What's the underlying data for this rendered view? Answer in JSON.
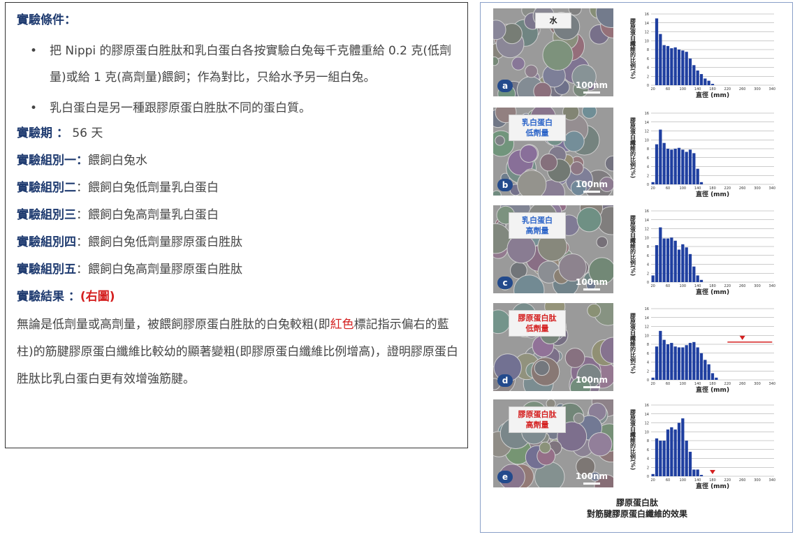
{
  "left": {
    "title": "實驗條件：",
    "bullets": [
      "把 Nippi 的膠原蛋白胜肽和乳白蛋白各按實驗白兔每千克體重給 0.2 克(低劑量)或給 1 克(高劑量)餵飼；作為對比，只給水予另一組白兔。",
      "乳白蛋白是另一種跟膠原蛋白胜肽不同的蛋白質。"
    ],
    "bullet_char": "•",
    "period_label": "實驗期 ：",
    "period_value": "56 天",
    "groups": [
      {
        "label": "實驗組別一：",
        "value": "餵飼白兔水"
      },
      {
        "label": "實驗組別二",
        "value": "：餵飼白兔低劑量乳白蛋白"
      },
      {
        "label": "實驗組別三",
        "value": "：餵飼白兔高劑量乳白蛋白"
      },
      {
        "label": "實驗組別四",
        "value": "：餵飼白兔低劑量膠原蛋白胜肽"
      },
      {
        "label": "實驗組別五",
        "value": "：餵飼白兔高劑量膠原蛋白胜肽"
      }
    ],
    "result_label": "實驗結果 ：",
    "result_ref": "(右圖)",
    "result_text_1": "無論是低劑量或高劑量，被餵飼膠原蛋白胜肽的白兔較粗(即",
    "result_text_red": "紅色",
    "result_text_2": "標記指示偏右的藍柱)的筋腱膠原蛋白纖維比較幼的顯著變粗(即膠原蛋白纖維比例增高)，證明膠原蛋白胜肽比乳白蛋白更有效增強筋腱。"
  },
  "figure": {
    "scale_label": "100nm",
    "ylabel": "膠原蛋白纖維的比例(%)",
    "xlabel": "直徑 (mm)",
    "caption_line1": "膠原蛋白肽",
    "caption_line2": "對筋腱膠原蛋白纖維的效果",
    "panels": [
      {
        "letter": "a",
        "tag_lines": [
          "水"
        ],
        "tag_color": "water"
      },
      {
        "letter": "b",
        "tag_lines": [
          "乳白蛋白",
          "低劑量"
        ],
        "tag_color": "blue"
      },
      {
        "letter": "c",
        "tag_lines": [
          "乳白蛋白",
          "高劑量"
        ],
        "tag_color": "blue"
      },
      {
        "letter": "d",
        "tag_lines": [
          "膠原蛋白肽",
          "低劑量"
        ],
        "tag_color": "red"
      },
      {
        "letter": "e",
        "tag_lines": [
          "膠原蛋白肽",
          "高劑量"
        ],
        "tag_color": "red"
      }
    ]
  },
  "colors": {
    "bar": "#1f3fa0",
    "marker": "#d42020",
    "head": "#1f3b70"
  },
  "chart_data": [
    {
      "type": "bar",
      "x": [
        20,
        30,
        40,
        50,
        60,
        70,
        80,
        90,
        100,
        110,
        120,
        130,
        140,
        150,
        160,
        170,
        180,
        190,
        200,
        210,
        220,
        230,
        240,
        250,
        260,
        270,
        280,
        290,
        300,
        310,
        320,
        330,
        340
      ],
      "values": [
        0,
        15,
        11.5,
        9,
        8.8,
        8.3,
        8.5,
        8,
        7.8,
        7.5,
        6,
        4.5,
        3.3,
        2.5,
        1.5,
        1,
        0.3,
        0,
        0,
        0,
        0,
        0,
        0,
        0,
        0,
        0,
        0,
        0,
        0,
        0,
        0,
        0,
        0
      ],
      "ylim": [
        0,
        16
      ],
      "xticks": [
        20,
        60,
        100,
        140,
        180,
        220,
        260,
        300,
        340
      ],
      "xlabel": "直徑 (mm)",
      "ylabel": "膠原蛋白纖維的比例(%)"
    },
    {
      "type": "bar",
      "x": [
        20,
        30,
        40,
        50,
        60,
        70,
        80,
        90,
        100,
        110,
        120,
        130,
        140,
        150,
        160,
        170,
        180,
        190,
        200,
        210,
        220,
        230,
        240,
        250,
        260,
        270,
        280,
        290,
        300,
        310,
        320,
        330,
        340
      ],
      "values": [
        0.5,
        9,
        12.3,
        9.3,
        8,
        7.8,
        8,
        8.2,
        7.8,
        7.3,
        7.8,
        7,
        3.5,
        0.5,
        0,
        0,
        0,
        0,
        0,
        0,
        0,
        0,
        0,
        0,
        0,
        0,
        0,
        0,
        0,
        0,
        0,
        0,
        0
      ],
      "ylim": [
        0,
        16
      ],
      "xticks": [
        20,
        60,
        100,
        140,
        180,
        220,
        260,
        300,
        340
      ],
      "xlabel": "直徑 (mm)",
      "ylabel": "膠原蛋白纖維的比例(%)"
    },
    {
      "type": "bar",
      "x": [
        20,
        30,
        40,
        50,
        60,
        70,
        80,
        90,
        100,
        110,
        120,
        130,
        140,
        150,
        160,
        170,
        180,
        190,
        200,
        210,
        220,
        230,
        240,
        250,
        260,
        270,
        280,
        290,
        300,
        310,
        320,
        330,
        340
      ],
      "values": [
        1.5,
        8.3,
        12.3,
        9.8,
        9.8,
        10,
        9.3,
        7.3,
        8.5,
        7.8,
        6.3,
        3.5,
        1.5,
        0.5,
        0,
        0,
        0,
        0,
        0,
        0,
        0,
        0,
        0,
        0,
        0,
        0,
        0,
        0,
        0,
        0,
        0,
        0,
        0
      ],
      "ylim": [
        0,
        16
      ],
      "xticks": [
        20,
        60,
        100,
        140,
        180,
        220,
        260,
        300,
        340
      ],
      "xlabel": "直徑 (mm)",
      "ylabel": "膠原蛋白纖維的比例(%)"
    },
    {
      "type": "bar",
      "x": [
        20,
        30,
        40,
        50,
        60,
        70,
        80,
        90,
        100,
        110,
        120,
        130,
        140,
        150,
        160,
        170,
        180,
        190,
        200,
        210,
        220,
        230,
        240,
        250,
        260,
        270,
        280,
        290,
        300,
        310,
        320,
        330,
        340
      ],
      "values": [
        0.5,
        7.5,
        11,
        9,
        8,
        8.3,
        7.5,
        7.3,
        7.3,
        7.8,
        8.3,
        8.5,
        7.3,
        6,
        4.5,
        3.5,
        1.5,
        0.5,
        0,
        0,
        0,
        0,
        0,
        0,
        0,
        0,
        0,
        0,
        0,
        0,
        0,
        0,
        0
      ],
      "ylim": [
        0,
        16
      ],
      "xticks": [
        20,
        60,
        100,
        140,
        180,
        220,
        260,
        300,
        340
      ],
      "xlabel": "直徑 (mm)",
      "ylabel": "膠原蛋白纖維的比例(%)",
      "annotation": {
        "marker_x": 260,
        "line_from": 220,
        "line_to": 340,
        "line_y": 8.5
      }
    },
    {
      "type": "bar",
      "x": [
        20,
        30,
        40,
        50,
        60,
        70,
        80,
        90,
        100,
        110,
        120,
        130,
        140,
        150,
        160,
        170,
        180,
        190,
        200,
        210,
        220,
        230,
        240,
        250,
        260,
        270,
        280,
        290,
        300,
        310,
        320,
        330,
        340
      ],
      "values": [
        0.5,
        8.5,
        8,
        8,
        10.5,
        11,
        10.5,
        12,
        13,
        8,
        5.5,
        1.5,
        1.5,
        0.3,
        0,
        0,
        0,
        0,
        0,
        0,
        0,
        0,
        0,
        0,
        0,
        0,
        0,
        0,
        0,
        0,
        0,
        0,
        0
      ],
      "ylim": [
        0,
        16
      ],
      "xticks": [
        20,
        60,
        100,
        140,
        180,
        220,
        260,
        300,
        340
      ],
      "xlabel": "直徑 (mm)",
      "ylabel": "膠原蛋白纖維的比例(%)",
      "annotation": {
        "marker_x": 180
      }
    }
  ]
}
